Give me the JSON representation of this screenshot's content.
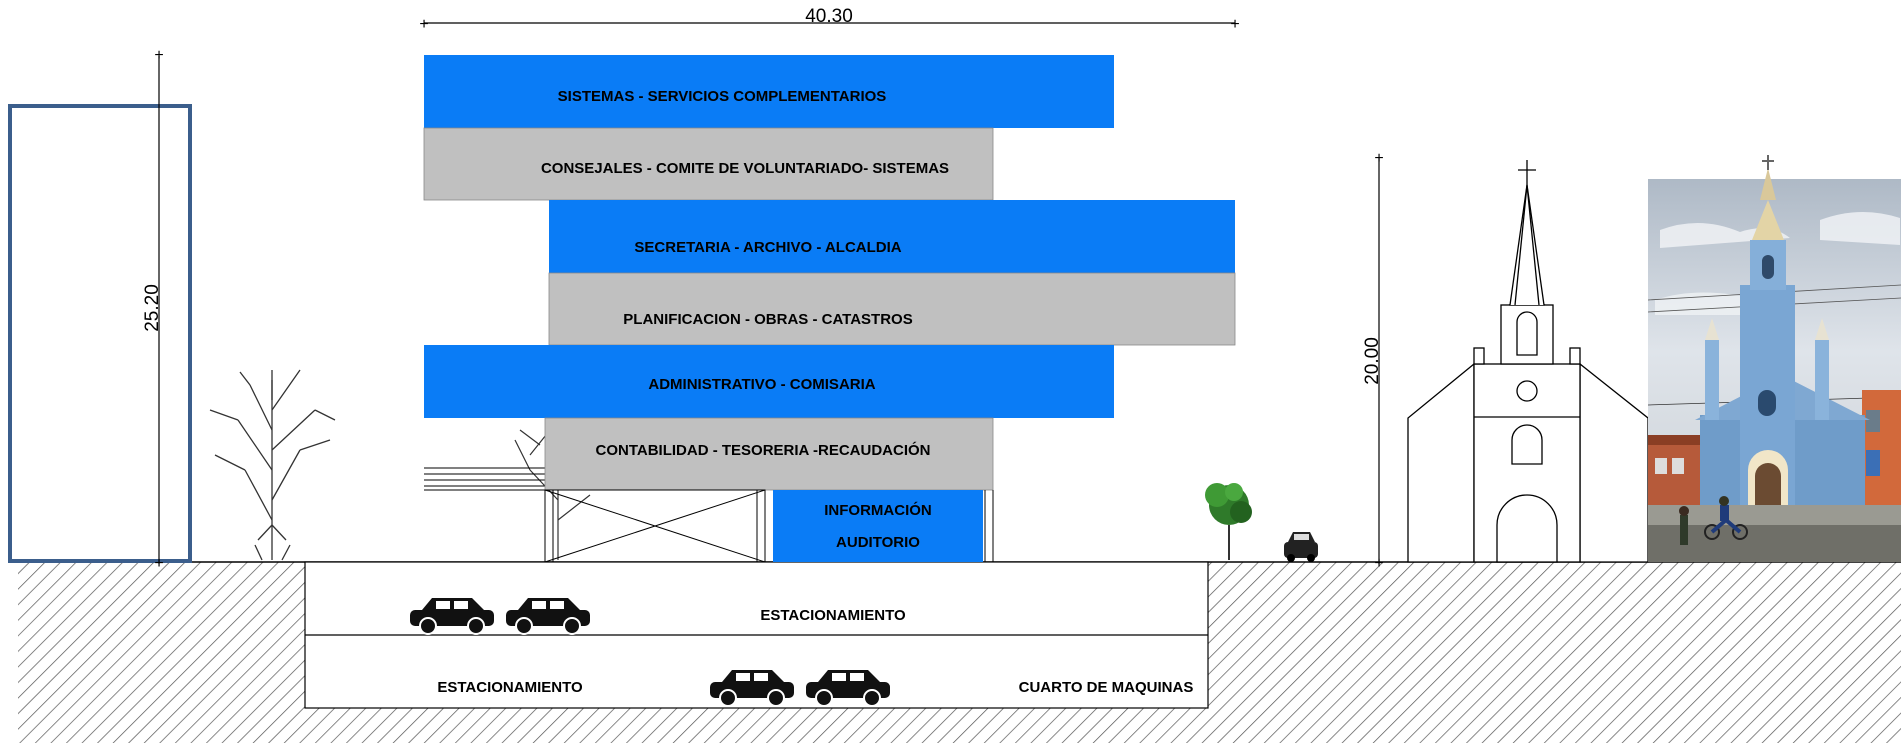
{
  "dimensions": {
    "top_width": "40.30",
    "left_height": "25.20",
    "church_height": "20.00"
  },
  "floors": [
    {
      "label": "SISTEMAS - SERVICIOS COMPLEMENTARIOS",
      "color": "#0a7cf6"
    },
    {
      "label": "CONSEJALES  - COMITE DE  VOLUNTARIADO- SISTEMAS",
      "color": "#c0c0c0"
    },
    {
      "label": "SECRETARIA - ARCHIVO - ALCALDIA",
      "color": "#0a7cf6"
    },
    {
      "label": "PLANIFICACION  - OBRAS - CATASTROS",
      "color": "#c0c0c0"
    },
    {
      "label": "ADMINISTRATIVO  - COMISARIA",
      "color": "#0a7cf6"
    },
    {
      "label": "CONTABILIDAD - TESORERIA -RECAUDACIÓN",
      "color": "#c0c0c0"
    }
  ],
  "ground_block": {
    "line1": "INFORMACIÓN",
    "line2": "AUDITORIO",
    "color": "#0a7cf6"
  },
  "basement": {
    "level1_label": "ESTACIONAMIENTO",
    "level2_left_label": "ESTACIONAMIENTO",
    "level2_right_label": "CUARTO  DE MAQUINAS"
  },
  "colors": {
    "accent_blue": "#0a7cf6",
    "gray": "#c0c0c0",
    "outline_box": "#3b5e8c"
  },
  "icons": [
    "tree-icon",
    "car-icon",
    "church-icon",
    "church-photo"
  ]
}
